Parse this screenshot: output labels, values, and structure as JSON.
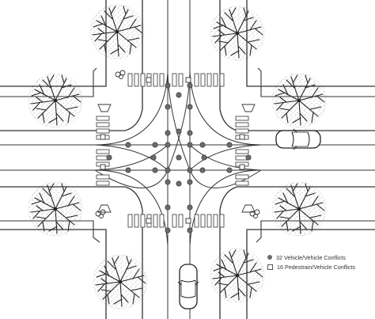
{
  "legend": {
    "vehicle_conflicts": "32 Vehicle/Vehicle Conflicts",
    "pedestrian_conflicts": "16 Pedestrain/Vehicle Conflicts"
  },
  "colors": {
    "line": "#333333",
    "conflict_fill": "#6b6b6b",
    "tree": "#2a2a2a",
    "background": "#ffffff"
  },
  "icons": {
    "vehicle_conflict": "filled-circle",
    "pedestrian_conflict": "open-square",
    "tree": "tree-canopy",
    "car": "car-topview",
    "planter": "flower-symbol"
  }
}
